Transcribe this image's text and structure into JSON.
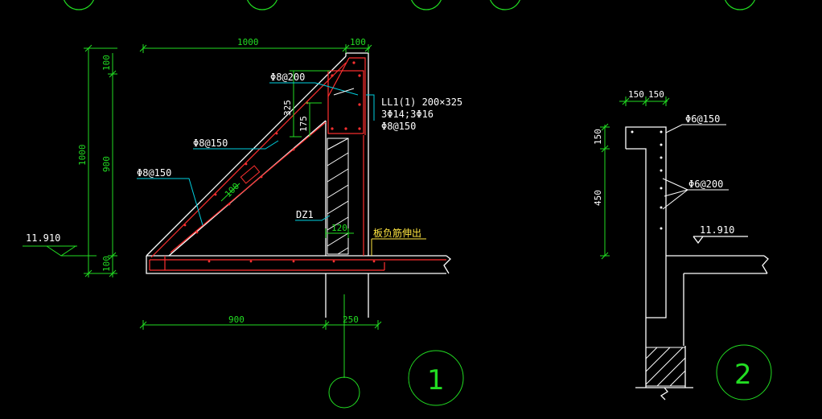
{
  "colors": {
    "background": "#000000",
    "outline": "#ffffff",
    "rebar": "#ff3030",
    "dimension": "#22dd22",
    "leader": "#00d0e0",
    "note": "#ffe640"
  },
  "detail1": {
    "dims": {
      "top_width": "1000",
      "top_right": "100",
      "left_100_top": "100",
      "left_900": "900",
      "left_1000": "1000",
      "left_100_bottom": "100",
      "bottom_900": "900",
      "bottom_250": "250",
      "d325": "325",
      "d175": "175",
      "d120": "120",
      "d100_diag": "100"
    },
    "labels": {
      "top_rebar": "Φ8@200",
      "beam_name": "LL1(1) 200×325",
      "beam_rebar": "3Φ14;3Φ16",
      "beam_stirrup": "Φ8@150",
      "diag_rebar_upper": "Φ8@150",
      "diag_rebar_lower": "Φ8@150",
      "column": "DZ1",
      "slab_note": "板负筋伸出",
      "elevation": "11.910"
    },
    "detail_number": "1"
  },
  "detail2": {
    "dims": {
      "top_left": "150",
      "top_right": "150",
      "left_150": "150",
      "left_450": "450"
    },
    "labels": {
      "top_rebar": "Φ6@150",
      "wall_rebar": "Φ6@200",
      "elevation": "11.910"
    },
    "detail_number": "2"
  }
}
